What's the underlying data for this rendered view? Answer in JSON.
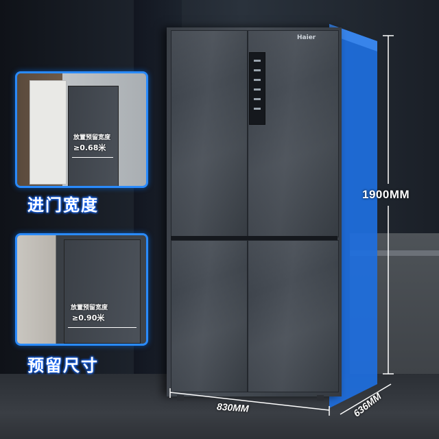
{
  "brand": "Haier",
  "dimensions": {
    "height": "1900MM",
    "width": "830MM",
    "depth": "636MM"
  },
  "card_entry": {
    "label": "放置预留宽度",
    "value": "≥0.68米",
    "caption": "进门宽度"
  },
  "card_reserved": {
    "label": "放置预留宽度",
    "value": "≥0.90米",
    "caption": "预留尺寸"
  },
  "colors": {
    "accent_blue": "#1e6fe0",
    "card_border": "#2a8bff"
  }
}
